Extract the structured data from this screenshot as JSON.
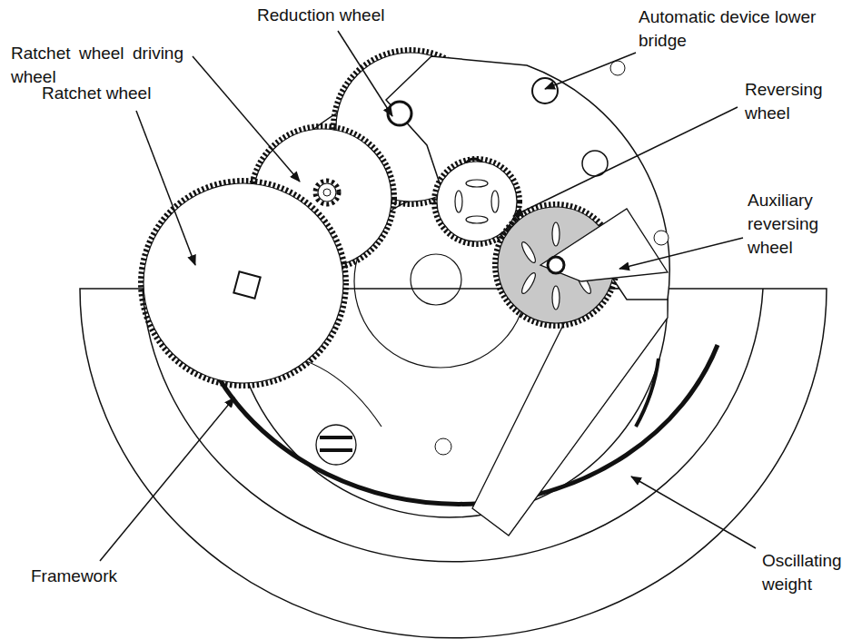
{
  "diagram": {
    "labels": [
      "Reduction wheel",
      "Ratchet wheel driving wheel",
      "Automatic device lower bridge",
      "Reversing wheel",
      "Ratchet wheel",
      "Auxiliary reversing wheel",
      "Framework",
      "Oscillating weight"
    ]
  }
}
